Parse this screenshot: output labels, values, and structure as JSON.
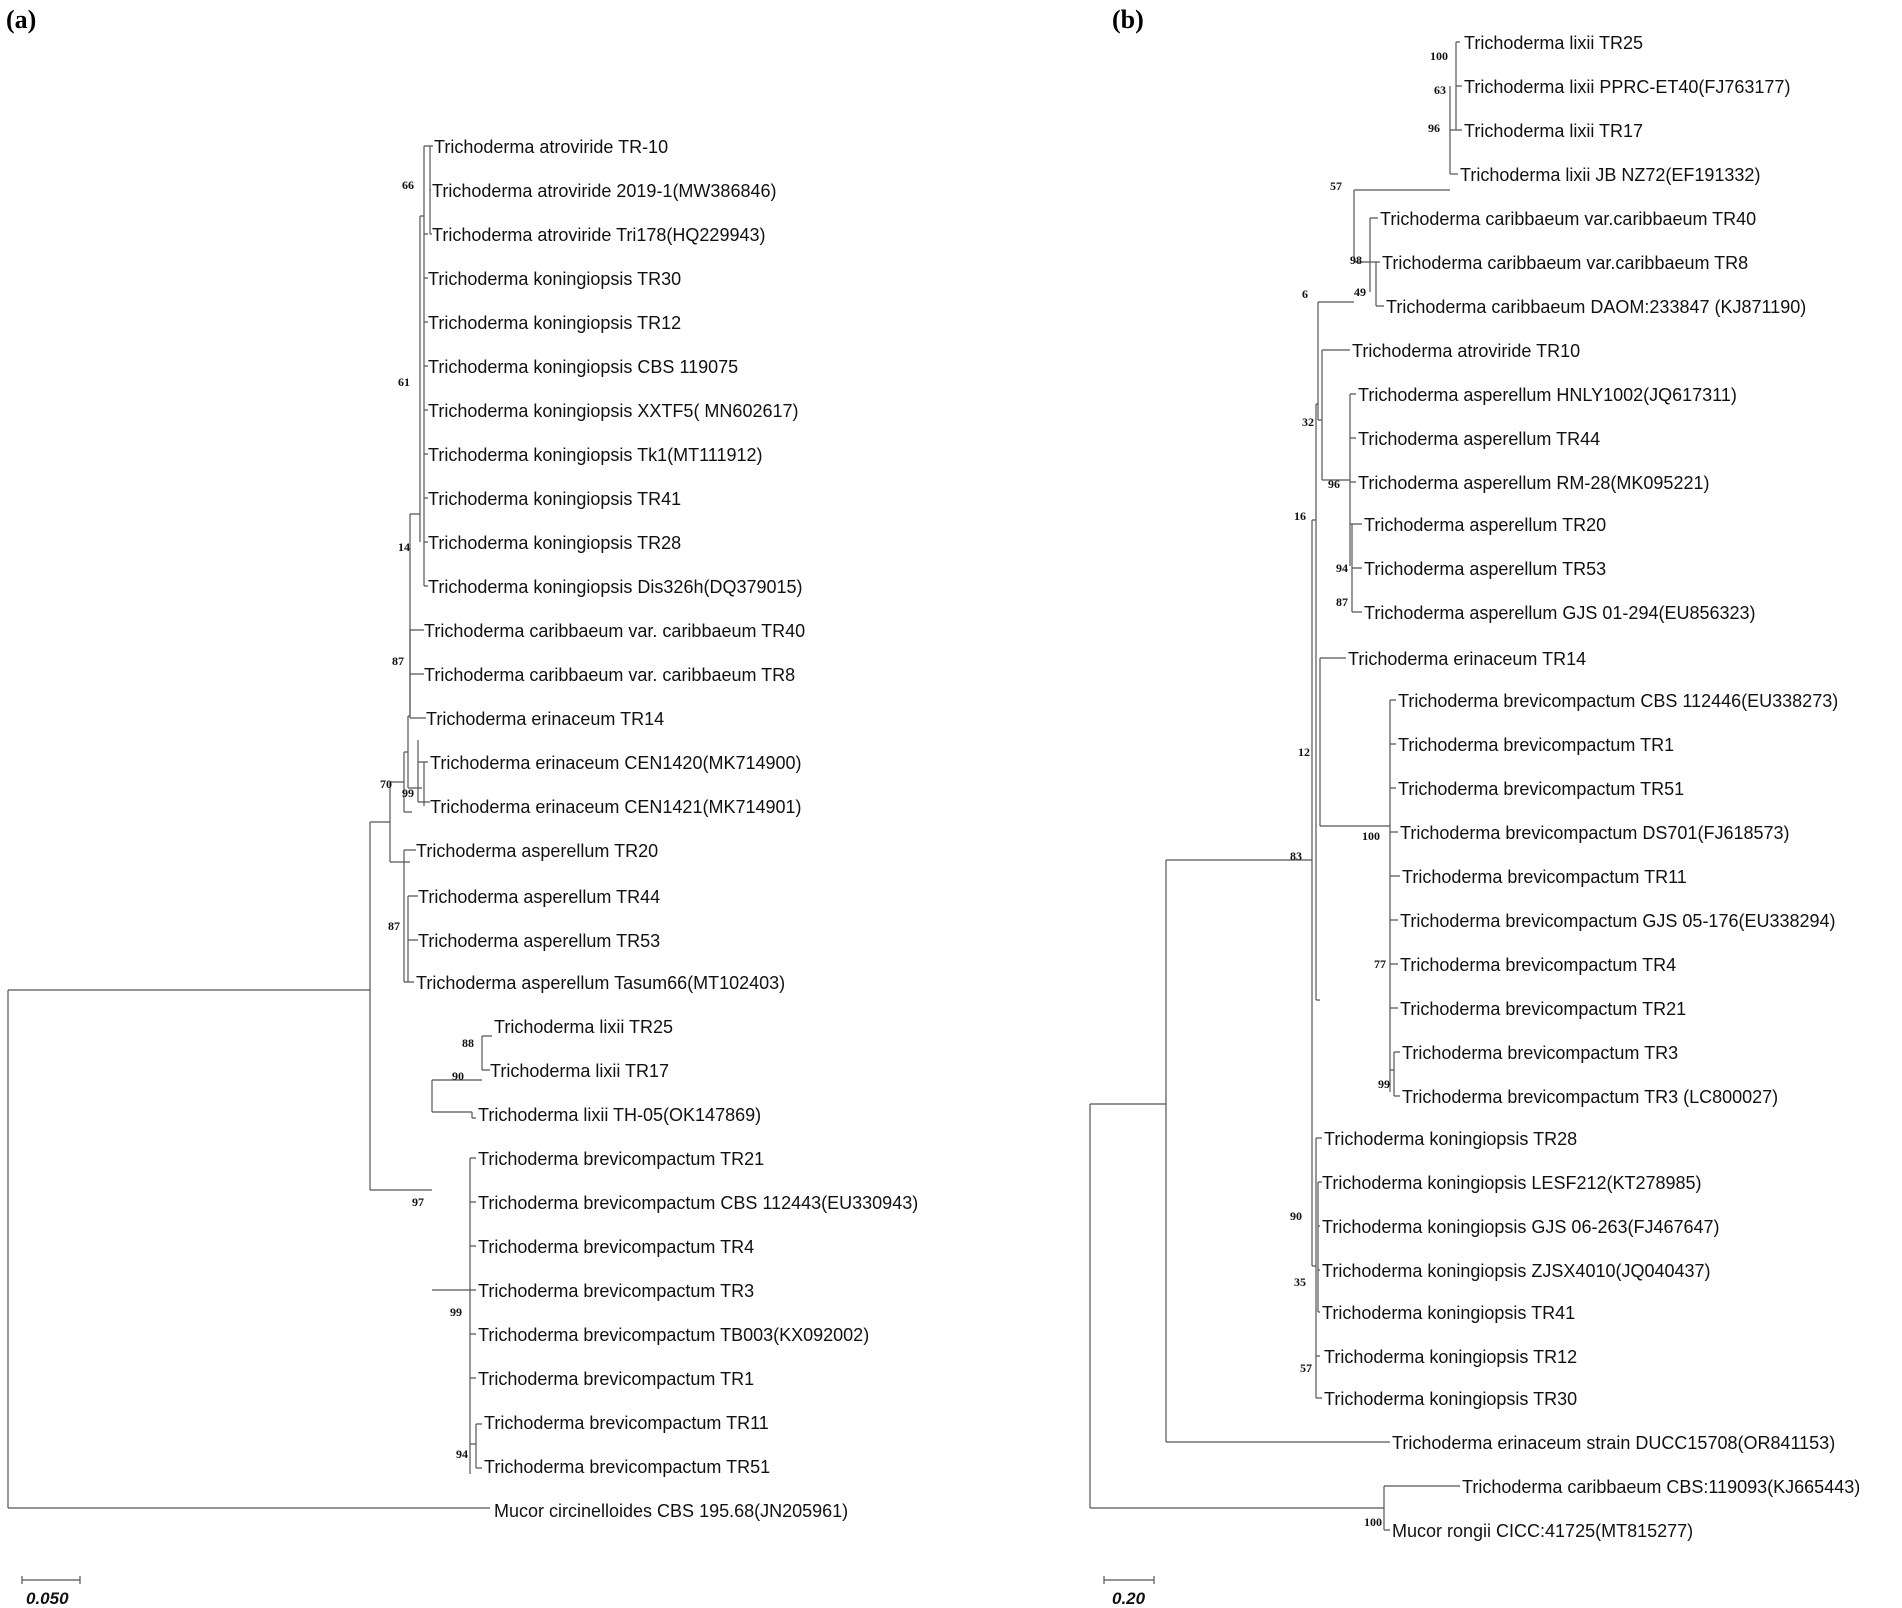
{
  "panels": [
    {
      "label": "(a)",
      "scale": "0.050",
      "leaves": [
        "Trichoderma atroviride TR-10",
        "Trichoderma atroviride 2019-1(MW386846)",
        "Trichoderma atroviride Tri178(HQ229943)",
        "Trichoderma koningiopsis TR30",
        "Trichoderma koningiopsis TR12",
        "Trichoderma koningiopsis CBS 119075",
        "Trichoderma koningiopsis XXTF5( MN602617)",
        "Trichoderma koningiopsis Tk1(MT111912)",
        "Trichoderma koningiopsis TR41",
        "Trichoderma koningiopsis TR28",
        "Trichoderma koningiopsis Dis326h(DQ379015)",
        "Trichoderma caribbaeum var. caribbaeum TR40",
        "Trichoderma caribbaeum var. caribbaeum TR8",
        "Trichoderma erinaceum TR14",
        "Trichoderma erinaceum CEN1420(MK714900)",
        "Trichoderma erinaceum CEN1421(MK714901)",
        "Trichoderma asperellum TR20",
        "Trichoderma asperellum TR44",
        "Trichoderma asperellum TR53",
        "Trichoderma asperellum Tasum66(MT102403)",
        "Trichoderma lixii TR25",
        "Trichoderma lixii TR17",
        "Trichoderma lixii TH-05(OK147869)",
        "Trichoderma brevicompactum TR21",
        "Trichoderma brevicompactum CBS 112443(EU330943)",
        "Trichoderma brevicompactum TR4",
        "Trichoderma brevicompactum TR3",
        "Trichoderma brevicompactum TB003(KX092002)",
        "Trichoderma brevicompactum TR1",
        "Trichoderma brevicompactum TR11",
        "Trichoderma brevicompactum TR51",
        "Mucor circinelloides CBS 195.68(JN205961)"
      ],
      "bootstrap": [
        "66",
        "61",
        "14",
        "87",
        "99",
        "70",
        "87",
        "88",
        "90",
        "97",
        "99",
        "94"
      ]
    },
    {
      "label": "(b)",
      "scale": "0.20",
      "leaves": [
        "Trichoderma lixii TR25",
        "Trichoderma lixii PPRC-ET40(FJ763177)",
        "Trichoderma lixii TR17",
        "Trichoderma lixii JB NZ72(EF191332)",
        "Trichoderma caribbaeum var.caribbaeum TR40",
        "Trichoderma caribbaeum var.caribbaeum TR8",
        "Trichoderma caribbaeum DAOM:233847 (KJ871190)",
        "Trichoderma atroviride TR10",
        "Trichoderma asperellum HNLY1002(JQ617311)",
        "Trichoderma asperellum TR44",
        "Trichoderma asperellum RM-28(MK095221)",
        "Trichoderma asperellum TR20",
        "Trichoderma asperellum TR53",
        "Trichoderma asperellum GJS 01-294(EU856323)",
        "Trichoderma erinaceum TR14",
        "Trichoderma brevicompactum CBS 112446(EU338273)",
        "Trichoderma brevicompactum TR1",
        "Trichoderma brevicompactum TR51",
        "Trichoderma brevicompactum DS701(FJ618573)",
        "Trichoderma brevicompactum TR11",
        "Trichoderma brevicompactum GJS 05-176(EU338294)",
        "Trichoderma brevicompactum TR4",
        "Trichoderma brevicompactum TR21",
        "Trichoderma brevicompactum TR3",
        "Trichoderma brevicompactum TR3 (LC800027)",
        "Trichoderma koningiopsis TR28",
        "Trichoderma koningiopsis LESF212(KT278985)",
        "Trichoderma koningiopsis GJS 06-263(FJ467647)",
        "Trichoderma koningiopsis ZJSX4010(JQ040437)",
        "Trichoderma koningiopsis TR41",
        "Trichoderma koningiopsis TR12",
        "Trichoderma koningiopsis TR30",
        "Trichoderma erinaceum strain DUCC15708(OR841153)",
        "Trichoderma caribbaeum CBS:119093(KJ665443)",
        "Mucor rongii CICC:41725(MT815277)"
      ],
      "bootstrap": [
        "100",
        "63",
        "96",
        "57",
        "98",
        "49",
        "6",
        "32",
        "96",
        "94",
        "87",
        "16",
        "12",
        "100",
        "77",
        "99",
        "83",
        "90",
        "35",
        "57",
        "100"
      ]
    }
  ]
}
